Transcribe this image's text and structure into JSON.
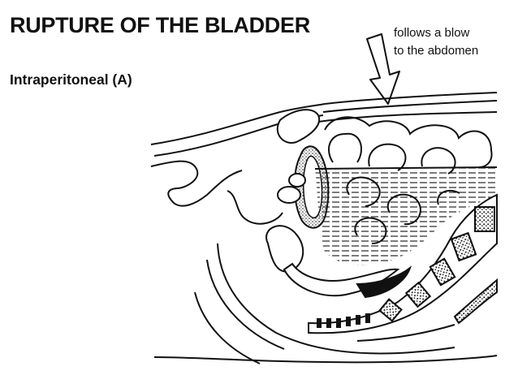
{
  "title": "RUPTURE OF THE BLADDER",
  "subtitle": "Intraperitoneal (A)",
  "annotation": {
    "line1": "follows a blow",
    "line2": "to the abdomen"
  },
  "icons": {
    "arrow": "down-arrow-icon"
  }
}
